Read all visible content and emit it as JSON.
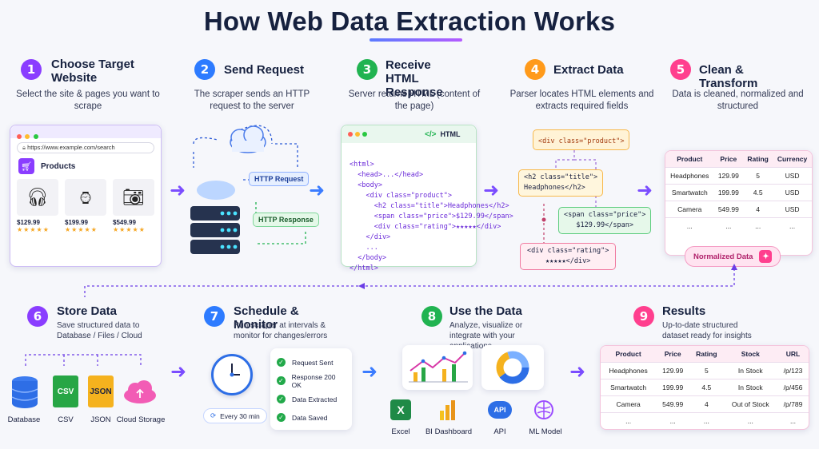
{
  "title": "How Web Data Extraction Works",
  "colors": {
    "purple": "#8a3dff",
    "blue": "#2d7bff",
    "green": "#21b351",
    "orange": "#ff9a1a",
    "pink": "#ff3f8e"
  },
  "steps": [
    {
      "num": "1",
      "title": "Choose Target Website",
      "desc": "Select the site & pages you want to scrape"
    },
    {
      "num": "2",
      "title": "Send Request",
      "desc": "The scraper sends an HTTP request to the server"
    },
    {
      "num": "3",
      "title": "Receive HTML Response",
      "desc": "Server returns HTML (content of the page)"
    },
    {
      "num": "4",
      "title": "Extract Data",
      "desc": "Parser locates HTML elements and extracts required fields"
    },
    {
      "num": "5",
      "title": "Clean & Transform",
      "desc": "Data is cleaned, normalized and structured"
    },
    {
      "num": "6",
      "title": "Store Data",
      "desc": "Save structured data to Database / Files / Cloud"
    },
    {
      "num": "7",
      "title": "Schedule & Monitor",
      "desc": "Run scraper at intervals & monitor for changes/errors"
    },
    {
      "num": "8",
      "title": "Use the Data",
      "desc": "Analyze, visualize or integrate with your applications"
    },
    {
      "num": "9",
      "title": "Results",
      "desc": "Up-to-date structured dataset ready for insights"
    }
  ],
  "browser": {
    "url": "https://www.example.com/search",
    "heading": "Products",
    "products": [
      {
        "price": "$129.99",
        "icon": "headphones-icon"
      },
      {
        "price": "$199.99",
        "icon": "smartwatch-icon"
      },
      {
        "price": "$549.99",
        "icon": "camera-icon"
      }
    ]
  },
  "request": {
    "http_request": "HTTP Request",
    "http_response": "HTTP Response"
  },
  "html_panel": {
    "tab": "HTML",
    "lines": [
      "<html>",
      "  <head>...</head>",
      "  <body>",
      "    <div class=\"product\">",
      "      <h2 class=\"title\">Headphones</h2>",
      "      <span class=\"price\">$129.99</span>",
      "      <div class=\"rating\">★★★★★</div>",
      "    </div>",
      "    ...",
      "  </body>",
      "</html>"
    ]
  },
  "extract": {
    "product_tag": "<div class=\"product\">",
    "title_tag_1": "<h2 class=\"title\">",
    "title_tag_2": "Headphones</h2>",
    "price_tag_1": "<span class=\"price\">",
    "price_tag_2": "$129.99</span>",
    "rating_tag_1": "<div class=\"rating\">",
    "rating_tag_2": "★★★★★</div>"
  },
  "normalized": {
    "headers": [
      "Product",
      "Price",
      "Rating",
      "Currency"
    ],
    "rows": [
      [
        "Headphones",
        "129.99",
        "5",
        "USD"
      ],
      [
        "Smartwatch",
        "199.99",
        "4.5",
        "USD"
      ],
      [
        "Camera",
        "549.99",
        "4",
        "USD"
      ],
      [
        "...",
        "...",
        "...",
        "..."
      ]
    ],
    "badge": "Normalized Data"
  },
  "storage": [
    {
      "label": "Database",
      "icon": "database-icon"
    },
    {
      "label": "CSV",
      "icon": "csv-file-icon",
      "glyph": "CSV"
    },
    {
      "label": "JSON",
      "icon": "json-file-icon",
      "glyph": "JSON"
    },
    {
      "label": "Cloud Storage",
      "icon": "cloud-storage-icon"
    }
  ],
  "schedule": {
    "interval": "Every 30 min",
    "checks": [
      "Request Sent",
      "Response 200 OK",
      "Data Extracted",
      "Data Saved"
    ]
  },
  "uses": [
    {
      "label": "Excel",
      "icon": "excel-icon",
      "glyph": "X"
    },
    {
      "label": "BI Dashboard",
      "icon": "bi-dashboard-icon"
    },
    {
      "label": "API",
      "icon": "api-icon",
      "glyph": "API"
    },
    {
      "label": "ML Model",
      "icon": "ml-model-icon"
    }
  ],
  "results": {
    "headers": [
      "Product",
      "Price",
      "Rating",
      "Stock",
      "URL"
    ],
    "rows": [
      [
        "Headphones",
        "129.99",
        "5",
        "In Stock",
        "/p/123"
      ],
      [
        "Smartwatch",
        "199.99",
        "4.5",
        "In Stock",
        "/p/456"
      ],
      [
        "Camera",
        "549.99",
        "4",
        "Out of Stock",
        "/p/789"
      ],
      [
        "...",
        "...",
        "...",
        "...",
        "..."
      ]
    ]
  }
}
